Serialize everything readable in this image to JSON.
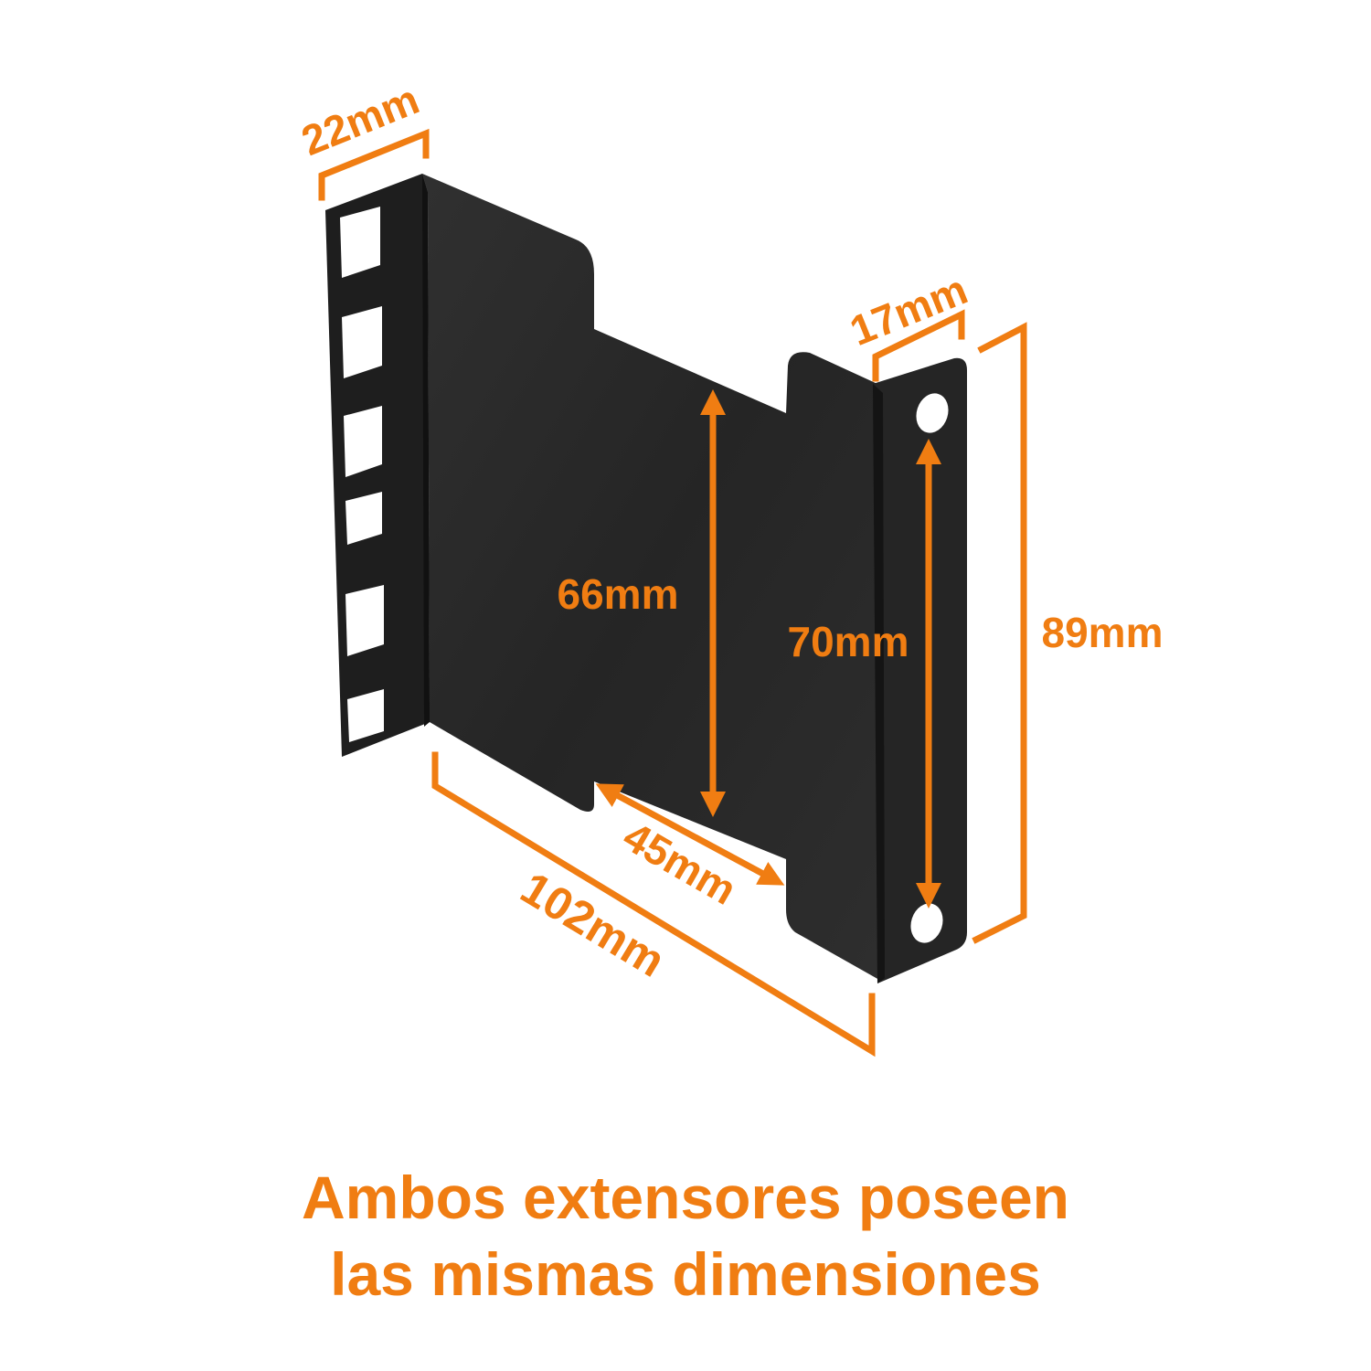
{
  "colors": {
    "accent": "#f07d12",
    "bracket": "#2a2a2a",
    "bracket_dark": "#1b1b1b",
    "background": "#ffffff"
  },
  "dimensions": {
    "flange_left_width": "22mm",
    "flange_right_width": "17mm",
    "inner_height": "66mm",
    "hole_spacing": "70mm",
    "total_height": "89mm",
    "notch_length": "45mm",
    "total_length": "102mm"
  },
  "caption": {
    "line1": "Ambos extensores poseen",
    "line2": "las mismas dimensiones"
  }
}
